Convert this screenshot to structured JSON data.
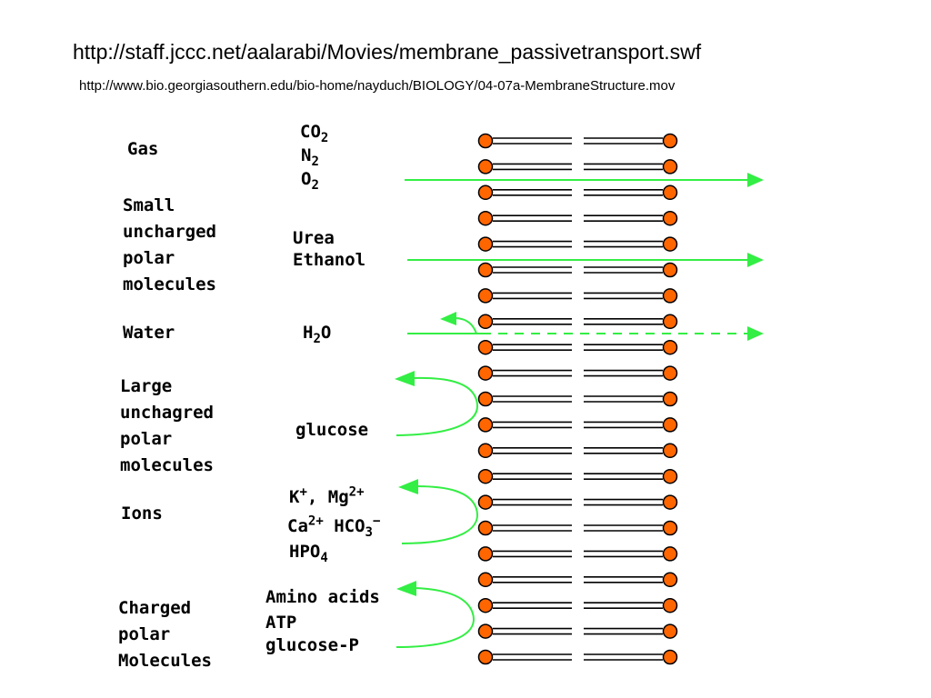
{
  "header": {
    "url_main": "http://staff.jccc.net/aalarabi/Movies/membrane_passivetransport.swf",
    "url_sub": "http://www.bio.georgiasouthern.edu/bio-home/nayduch/BIOLOGY/04-07a-MembraneStructure.mov"
  },
  "categories": {
    "gas": "Gas",
    "small_polar": "Small\nuncharged\npolar\nmolecules",
    "water": "Water",
    "large_polar": "Large\nunchagred\npolar\nmolecules",
    "ions": "Ions",
    "charged_polar": "Charged\npolar\nMolecules"
  },
  "molecules": {
    "co2": {
      "base": "CO",
      "sub": "2"
    },
    "n2": {
      "base": "N",
      "sub": "2"
    },
    "o2": {
      "base": "O",
      "sub": "2"
    },
    "urea": "Urea",
    "ethanol": "Ethanol",
    "water": {
      "h": "H",
      "sub": "2",
      "o": "O"
    },
    "glucose": "glucose",
    "ions_line1": {
      "k": "K",
      "k_sup": "+",
      "sep": ", Mg",
      "mg_sup": "2+"
    },
    "ions_line2": {
      "ca": "Ca",
      "ca_sup": "2+",
      "hco": " HCO",
      "hco_sub": "3",
      "hco_sup": "−"
    },
    "ions_line3": {
      "base": "HPO",
      "sub": "4"
    },
    "amino_acids": "Amino acids",
    "atp": "ATP",
    "glucose_p": "glucose-P"
  },
  "colors": {
    "arrow": "#33ee44",
    "lipid_head": "#ff6600",
    "lipid_outline": "#000000"
  },
  "membrane": {
    "phospholipid_rows": 21
  }
}
